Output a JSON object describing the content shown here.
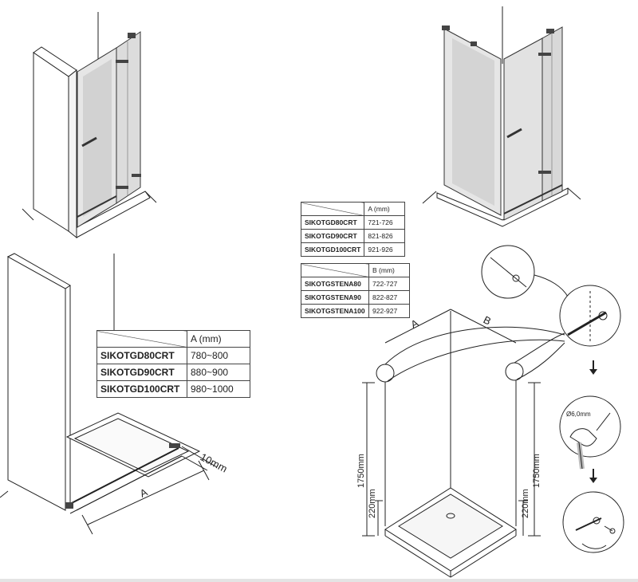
{
  "table_a_large": {
    "header": "A (mm)",
    "rows": [
      {
        "model": "SIKOTGD80CRT",
        "value": "780~800"
      },
      {
        "model": "SIKOTGD90CRT",
        "value": "880~900"
      },
      {
        "model": "SIKOTGD100CRT",
        "value": "980~1000"
      }
    ]
  },
  "table_a_small": {
    "header": "A (mm)",
    "rows": [
      {
        "model": "SIKOTGD80CRT",
        "value": "721-726"
      },
      {
        "model": "SIKOTGD90CRT",
        "value": "821-826"
      },
      {
        "model": "SIKOTGD100CRT",
        "value": "921-926"
      }
    ]
  },
  "table_b_small": {
    "header": "B (mm)",
    "rows": [
      {
        "model": "SIKOTGSTENA80",
        "value": "722-727"
      },
      {
        "model": "SIKOTGSTENA90",
        "value": "822-827"
      },
      {
        "model": "SIKOTGSTENA100",
        "value": "922-927"
      }
    ]
  },
  "labels": {
    "gap": "10mm",
    "a": "A",
    "b": "B",
    "height_left": "1750mm",
    "height_right": "1750mm",
    "low_left": "220mm",
    "low_right": "220mm",
    "drill": "Ø6,0mm"
  }
}
